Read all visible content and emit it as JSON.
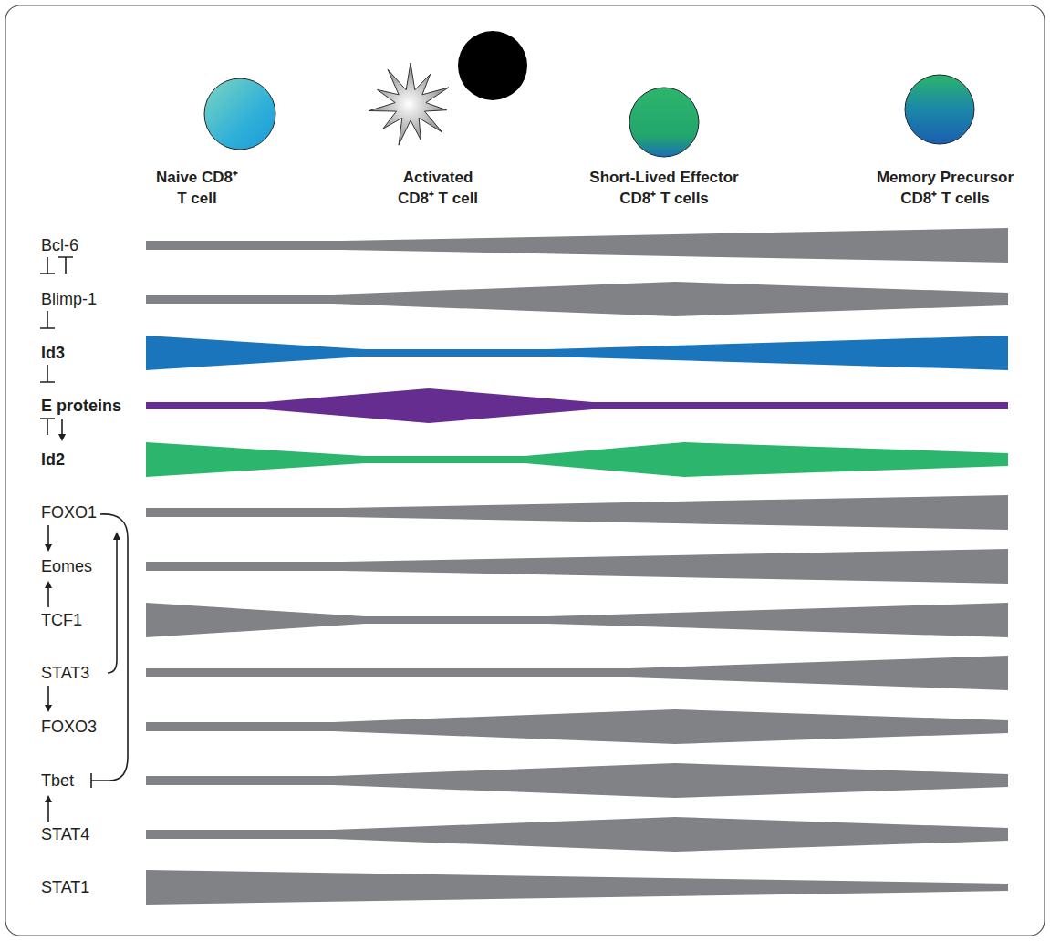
{
  "diagram": {
    "nodes": [
      {
        "text": [
          "Naive CD8⁺ T cell"
        ]
      },
      {
        "text": [
          "Activated CD8⁺ T cell"
        ]
      },
      {
        "text": [
          "Short-Lived Effector CD8⁺ T cells"
        ]
      },
      {
        "text": [
          "Memory Precursor CD8⁺ T cells"
        ]
      }
    ],
    "labels": [
      "Bcl-6",
      "Blimp-1",
      "Id3",
      "E proteins",
      "Id2",
      "FOXO1",
      "Eomes",
      "TCF1",
      "STAT3",
      "FOXO3",
      "Tbet",
      "STAT4",
      "STAT1"
    ]
  }
}
